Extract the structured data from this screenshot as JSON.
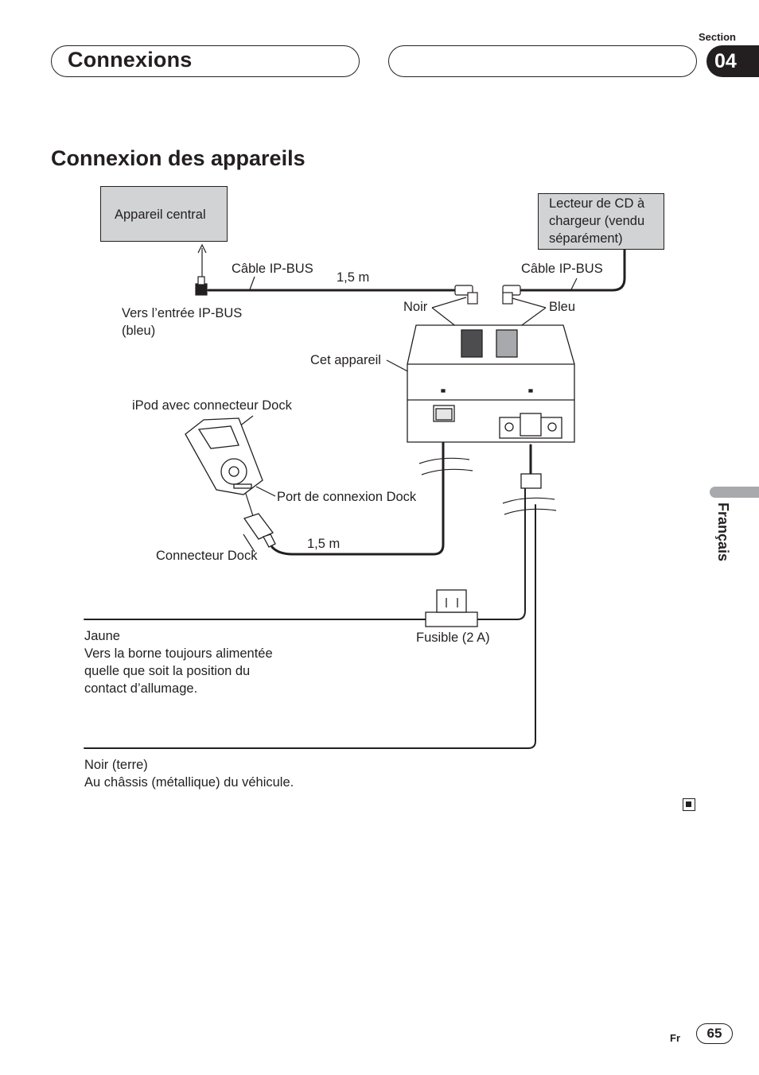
{
  "header": {
    "title": "Connexions",
    "section_label": "Section",
    "section_number": "04"
  },
  "page_heading": "Connexion des appareils",
  "diagram": {
    "central_unit": "Appareil central",
    "cd_changer": [
      "Lecteur de CD à",
      "chargeur (vendu",
      "séparément)"
    ],
    "ipbus_cable_left": "Câble IP-BUS",
    "ipbus_cable_right": "Câble IP-BUS",
    "cable_length_top": "1,5 m",
    "ipbus_input": [
      "Vers l’entrée IP-BUS",
      "(bleu)"
    ],
    "black": "Noir",
    "blue": "Bleu",
    "this_unit": "Cet appareil",
    "ipod_with_dock": "iPod avec connecteur Dock",
    "dock_port": "Port de connexion Dock",
    "dock_connector": "Connecteur Dock",
    "cable_length_bottom": "1,5 m",
    "fuse": "Fusible (2 A)",
    "yellow": [
      "Jaune",
      "Vers la borne toujours alimentée",
      "quelle que soit la position du",
      "contact d’allumage."
    ],
    "ground": [
      "Noir (terre)",
      "Au châssis (métallique) du véhicule."
    ]
  },
  "sidebar": {
    "language": "Français"
  },
  "footer": {
    "lang_code": "Fr",
    "page_number": "65"
  },
  "colors": {
    "text": "#231f20",
    "box_fill": "#d1d3d4",
    "tab_gray": "#a7a9ac"
  }
}
